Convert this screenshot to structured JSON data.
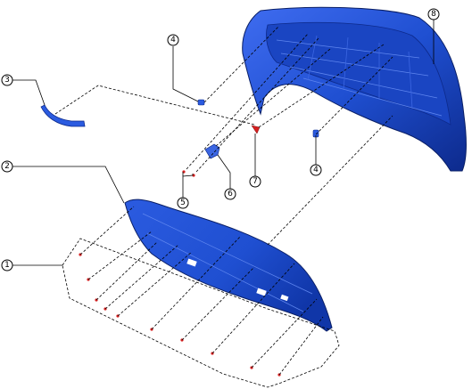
{
  "callouts": [
    {
      "label": "1"
    },
    {
      "label": "2"
    },
    {
      "label": "3"
    },
    {
      "label": "4"
    },
    {
      "label": "4"
    },
    {
      "label": "5"
    },
    {
      "label": "6"
    },
    {
      "label": "7"
    },
    {
      "label": "8"
    }
  ],
  "colors": {
    "part_blue": "#1f4fd1",
    "part_blue_dark": "#0d2a8c",
    "part_blue_light": "#5f86ef",
    "clip_red": "#d62020"
  }
}
